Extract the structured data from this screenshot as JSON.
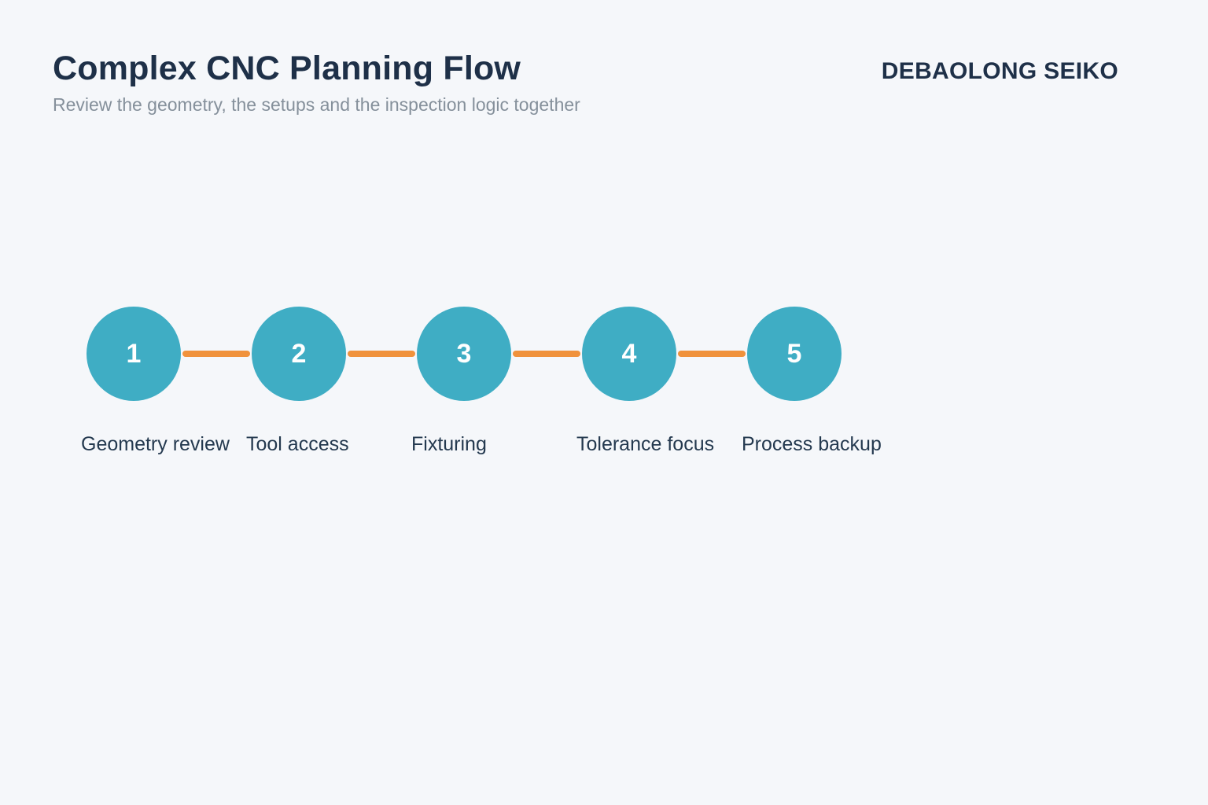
{
  "header": {
    "title": "Complex CNC Planning Flow",
    "subtitle": "Review the geometry, the setups and the inspection logic together",
    "brand": "DEBAOLONG SEIKO"
  },
  "flow": {
    "steps": [
      {
        "number": "1",
        "label": "Geometry review"
      },
      {
        "number": "2",
        "label": "Tool access"
      },
      {
        "number": "3",
        "label": "Fixturing"
      },
      {
        "number": "4",
        "label": "Tolerance focus"
      },
      {
        "number": "5",
        "label": "Process backup"
      }
    ],
    "colors": {
      "circle": "#3fadc4",
      "connector": "#f0923c",
      "number": "#ffffff",
      "background": "#f5f7fa",
      "title_text": "#1e3048",
      "subtitle_text": "#85909b",
      "label_text": "#24394f"
    }
  }
}
